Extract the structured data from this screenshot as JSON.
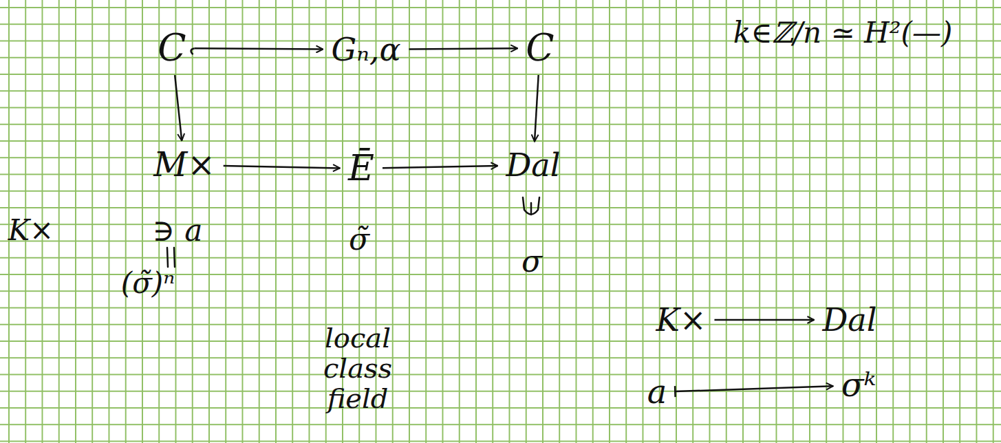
{
  "diagram": {
    "nodes": [
      {
        "text": [
          "C"
        ]
      },
      {
        "text": [
          "Gₙ,α"
        ]
      },
      {
        "text": [
          "C"
        ]
      },
      {
        "text": [
          "M×"
        ]
      },
      {
        "text": [
          "Ē"
        ]
      },
      {
        "text": [
          "Dal"
        ]
      },
      {
        "text": [
          "K×"
        ]
      },
      {
        "text": [
          "Dal"
        ]
      },
      {
        "text": [
          "a"
        ]
      },
      {
        "text": [
          "σᵏ"
        ]
      }
    ],
    "edges": [
      {
        "from": 0,
        "to": 1,
        "arrow": "to"
      },
      {
        "from": 1,
        "to": 2,
        "arrow": "to"
      },
      {
        "from": 0,
        "to": 3,
        "arrow": "to"
      },
      {
        "from": 2,
        "to": 5,
        "arrow": "to"
      },
      {
        "from": 3,
        "to": 4,
        "arrow": "to"
      },
      {
        "from": 4,
        "to": 5,
        "arrow": "to"
      },
      {
        "from": 6,
        "to": 7,
        "arrow": "to"
      },
      {
        "from": 8,
        "to": 9,
        "arrow": "to"
      }
    ],
    "labels": [
      "k∈ℤ/n ≃ H²(—)",
      "K×",
      "∋ a",
      "(σ̃)ⁿ",
      "σ̃",
      "σ",
      "local class field"
    ]
  }
}
